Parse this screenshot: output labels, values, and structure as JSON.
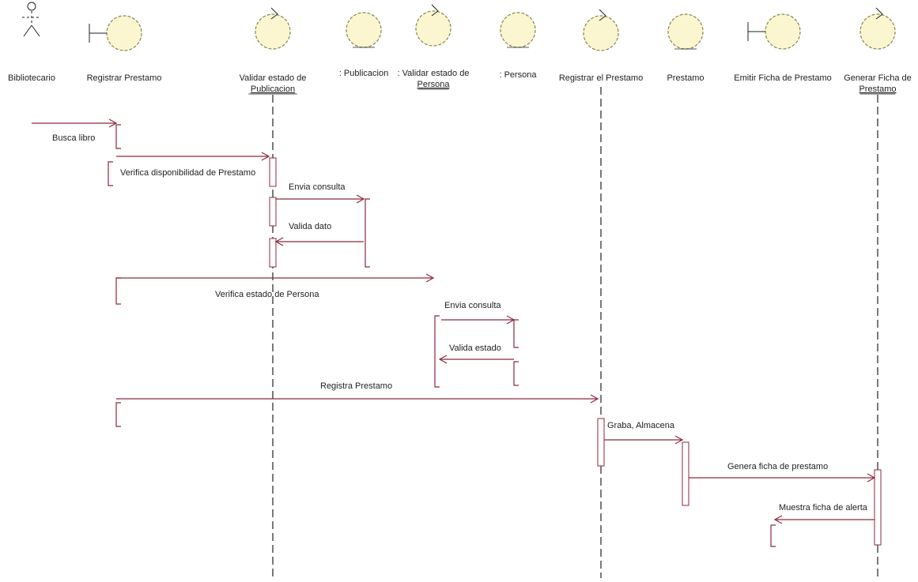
{
  "colors": {
    "background": "#ffffff",
    "entity_fill": "#fbf6cf",
    "entity_stroke": "#8a8550",
    "lifeline": "#222222",
    "message": "#8b2a3e",
    "text": "#222222"
  },
  "participants": [
    {
      "id": "bibliotecario",
      "kind": "actor",
      "lines": [
        "Bibliotecario"
      ],
      "underline": false,
      "icon": "actor-icon"
    },
    {
      "id": "registrar-prestamo",
      "kind": "boundary",
      "lines": [
        "Registrar Prestamo"
      ],
      "underline": false,
      "icon": "boundary-icon"
    },
    {
      "id": "validar-estado-publicacion",
      "kind": "control",
      "lines": [
        "Validar estado de",
        "Publicacion"
      ],
      "underline": true,
      "icon": "control-icon"
    },
    {
      "id": "publicacion",
      "kind": "entity",
      "lines": [
        ": Publicacion"
      ],
      "underline": false,
      "icon": "entity-icon"
    },
    {
      "id": "validar-estado-persona",
      "kind": "control",
      "lines": [
        ": Validar estado de",
        "Persona"
      ],
      "underline": true,
      "icon": "control-icon"
    },
    {
      "id": "persona",
      "kind": "entity",
      "lines": [
        ": Persona"
      ],
      "underline": false,
      "icon": "entity-icon"
    },
    {
      "id": "registrar-prestamo-ctrl",
      "kind": "control",
      "lines": [
        "Registrar el Prestamo"
      ],
      "underline": false,
      "icon": "control-icon"
    },
    {
      "id": "prestamo",
      "kind": "entity",
      "lines": [
        "Prestamo"
      ],
      "underline": false,
      "icon": "entity-icon"
    },
    {
      "id": "emitir-ficha",
      "kind": "boundary",
      "lines": [
        "Emitir Ficha de Prestamo"
      ],
      "underline": false,
      "icon": "boundary-icon"
    },
    {
      "id": "generar-ficha",
      "kind": "control",
      "lines": [
        "Generar Ficha de",
        "Prestamo"
      ],
      "underline": true,
      "icon": "control-icon"
    }
  ],
  "messages": [
    {
      "id": "busca-libro",
      "text": "Busca libro"
    },
    {
      "id": "verifica-disponibilidad",
      "text": "Verifica disponibilidad de Prestamo"
    },
    {
      "id": "envia-consulta-1",
      "text": "Envia consulta"
    },
    {
      "id": "valida-dato",
      "text": "Valida dato"
    },
    {
      "id": "verifica-estado-persona",
      "text": "Verifica estado de Persona"
    },
    {
      "id": "envia-consulta-2",
      "text": "Envia consulta"
    },
    {
      "id": "valida-estado",
      "text": "Valida estado"
    },
    {
      "id": "registra-prestamo",
      "text": "Registra Prestamo"
    },
    {
      "id": "graba-almacena",
      "text": "Graba, Almacena"
    },
    {
      "id": "genera-ficha",
      "text": "Genera ficha de prestamo"
    },
    {
      "id": "muestra-ficha",
      "text": "Muestra ficha de alerta"
    }
  ]
}
